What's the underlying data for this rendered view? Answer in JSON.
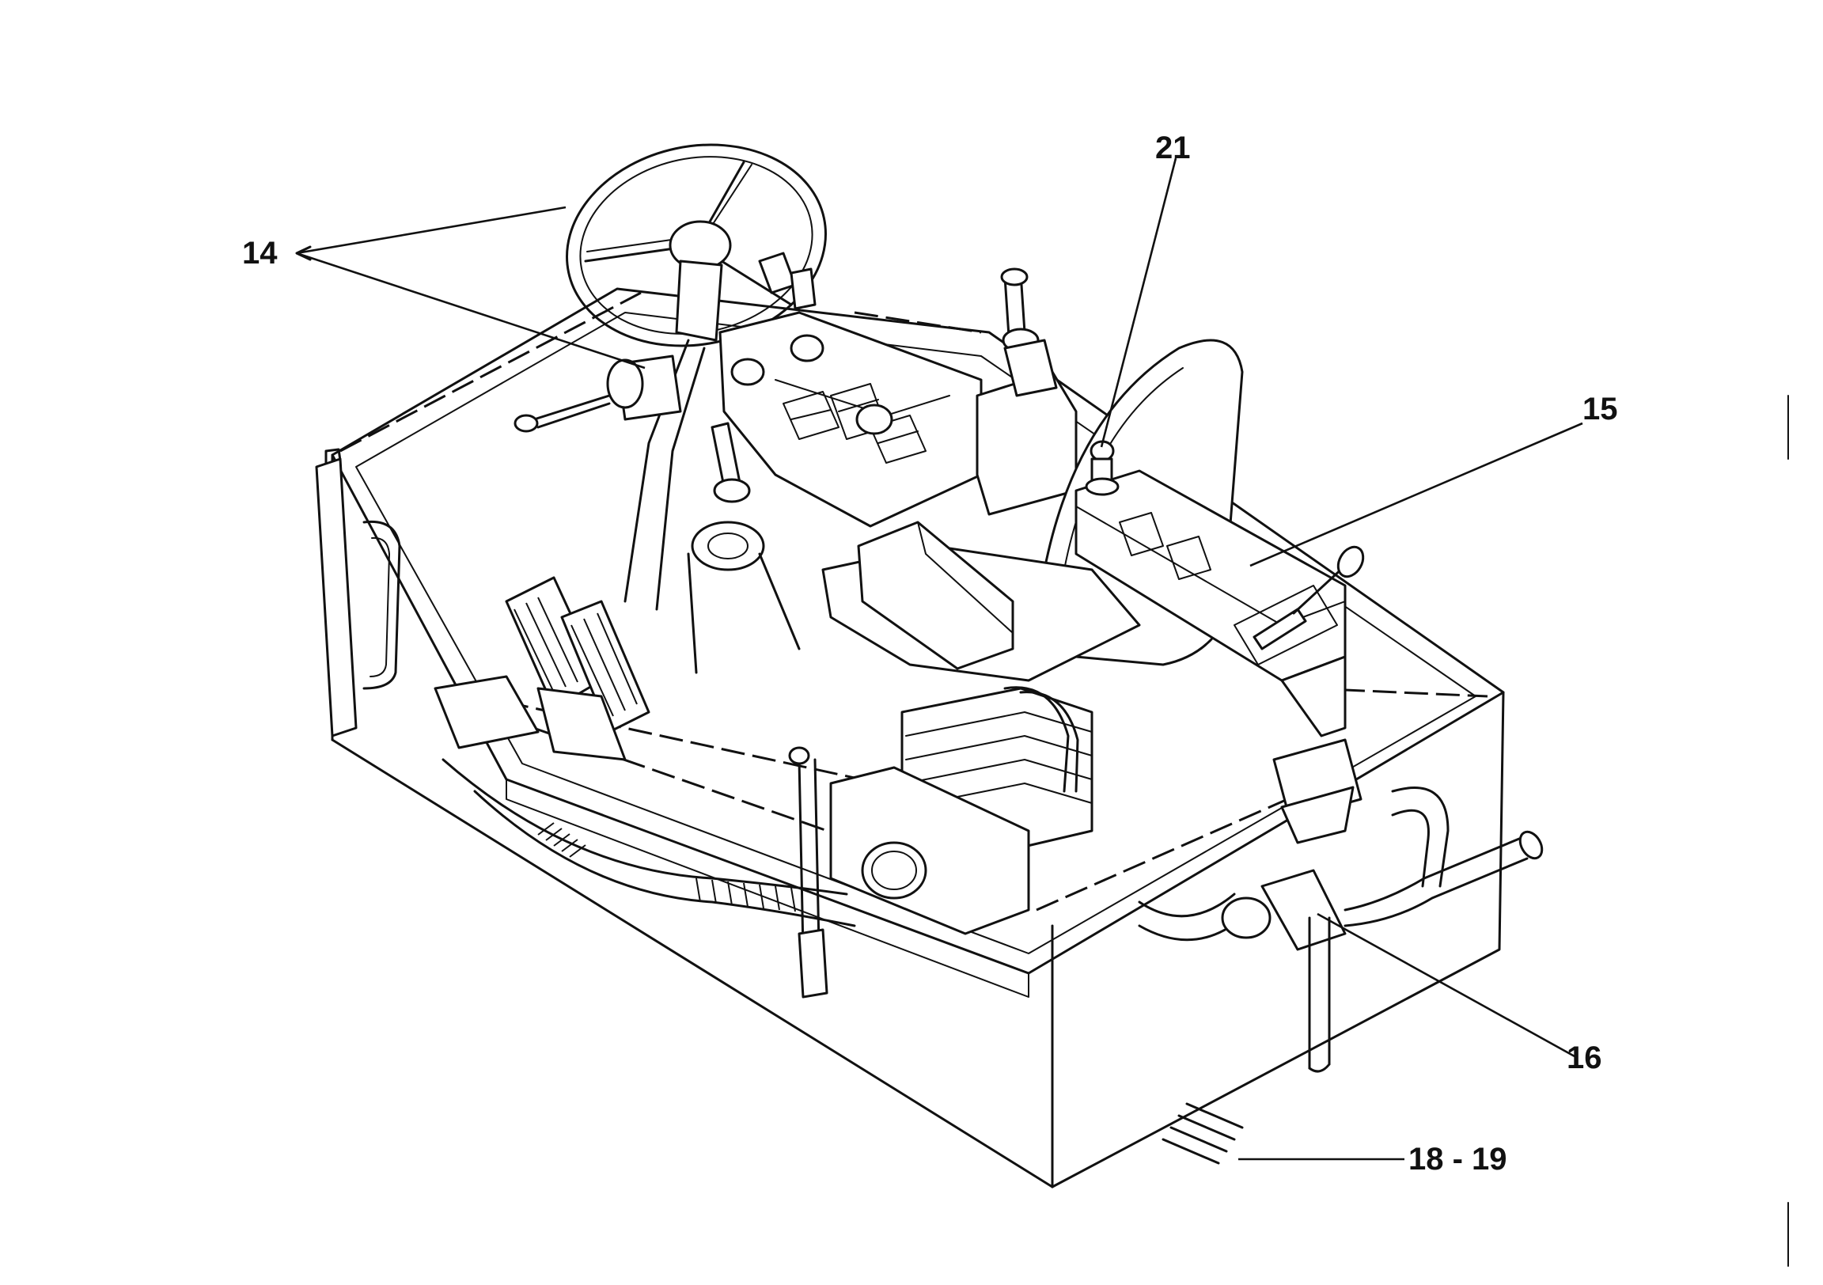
{
  "diagram": {
    "callouts": {
      "c14": "14",
      "c15": "15",
      "c16": "16",
      "c18_19": "18 - 19",
      "c21": "21"
    },
    "line_color": "#111111",
    "background": "#ffffff"
  }
}
